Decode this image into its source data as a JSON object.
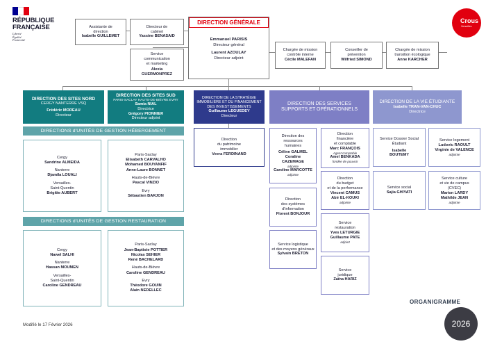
{
  "branding": {
    "rf_line1": "RÉPUBLIQUE",
    "rf_line2": "FRANÇAISE",
    "motto1": "Liberté",
    "motto2": "Égalité",
    "motto3": "Fraternité",
    "crous": "Crous",
    "crous_city": "Versailles"
  },
  "top": {
    "assistante": {
      "role": "Assistante de direction",
      "name": "Isabelle GUILLEMET"
    },
    "cabinet": {
      "role": "Directeur de cabinet",
      "name": "Yassine BENASAID"
    },
    "communication": {
      "role1": "Service",
      "role2": "communication",
      "role3": "et marketing",
      "name1": "Alexia",
      "name2": "GUERMONPREZ"
    },
    "dg": {
      "title": "DIRECTION GÉNÉRALE",
      "name1": "Emmanuel PARISIS",
      "role1": "Directeur général",
      "name2": "Laurent AZOULAY",
      "role2": "Directeur adjoint"
    },
    "controle": {
      "role": "Chargée de mission contrôle interne",
      "name": "Cécile MALEFAN"
    },
    "prevention": {
      "role": "Conseiller de prévention",
      "name": "Wilfried SIMOND"
    },
    "transition": {
      "role": "Chargée de mission transition écologique",
      "name": "Anne KARCHER"
    }
  },
  "directions": {
    "nord": {
      "t": "DIRECTION DES SITES NORD",
      "s": "CERGY NANTERRE VSQ",
      "n": "Frédéric MOREAU",
      "d": "Directeur"
    },
    "sud": {
      "t": "DIRECTION DES SITES SUD",
      "s": "PARIS-SACLAY HAUTS-DE-BIÈVRE EVRY",
      "n1": "Samia NIAL",
      "d1": "Directrice",
      "n2": "Grégory PIONNIER",
      "d2": "Directeur adjoint"
    },
    "strategie": {
      "t": "DIRECTION DE LA STRATÉGIE IMMOBILIÈRE ET DU FINANCEMENT DES INVESTISSEMENTS",
      "n": "Guillaume LEGUEDEY",
      "d": "Directeur"
    },
    "support": {
      "t": "DIRECTION DES SERVICES SUPPORTS ET OPÉRATIONNELS"
    },
    "vie": {
      "t": "DIRECTION DE LA VIE ÉTUDIANTE",
      "n": "Isabelle TRAN-VAN-CHUC",
      "d": "Directrice"
    }
  },
  "bands": {
    "hebergement": "DIRECTIONS d'UNITÉS DE GESTION HÉBERGEMENT",
    "restauration": "DIRECTIONS d'UNITÉS DE GESTION RESTAURATION"
  },
  "heb_nord": {
    "c1": "Cergy",
    "n1": "Sandrine ALMEIDA",
    "c2": "Nanterre",
    "n2": "Djamila LOUALI",
    "c3a": "Versailles-",
    "c3b": "Saint-Quentin",
    "n3": "Brigitte AUBERT"
  },
  "heb_sud": {
    "c1": "Paris-Saclay",
    "n1a": "Elisabeth CARVALHO",
    "n1b": "Mohamed BOUYANFIF",
    "n1c": "Anne-Laure BONNET",
    "c2": "Hauts-de-Bièvre",
    "n2": "Pascal VINZIO",
    "c3": "Evry",
    "n3": "Sébastien BARJON"
  },
  "res_nord": {
    "c1": "Cergy",
    "n1": "Nawel SALHI",
    "c2": "Nanterre",
    "n2": "Hassan MOUMEN",
    "c3a": "Versailles-",
    "c3b": "Saint-Quentin",
    "n3": "Caroline GENDREAU"
  },
  "res_sud": {
    "c1": "Paris-Saclay",
    "n1a": "Jean-Baptiste POTTIER",
    "n1b": "Nicolas SEHIER",
    "n1c": "René BACHELARD",
    "c2": "Hauts-de-Bièvre",
    "n2": "Caroline GENDREAU",
    "c3": "Evry",
    "n3a": "Théodore GOUIN",
    "n3b": "Alain NEDELLEC"
  },
  "patrimoine": {
    "r1": "Direction",
    "r2": "du patrimoine",
    "r3": "immobilier",
    "n": "Veera FERDINAND"
  },
  "support_boxes": {
    "rh": {
      "r1": "Direction des",
      "r2": "ressources",
      "r3": "humaines",
      "n1": "Céline GALMEL",
      "n2a": "Coraline",
      "n2b": "CAZEMAGE",
      "s2": "adjointe",
      "n3": "Caroline MARCOTTE",
      "s3": "adjointe"
    },
    "fin": {
      "r1": "Direction",
      "r2": "financière",
      "r3": "et comptable",
      "n1": "Marc FRANÇOIS",
      "s1": "Agent comptable",
      "n2": "Amel BENKADA",
      "s2": "fondée de pouvoir"
    },
    "budget": {
      "r1": "Direction",
      "r2": "du budget",
      "r3": "et de la performance",
      "n1": "Vincent CAMUS",
      "n2": "Abir EL-KOUKI",
      "s2": "adjointe"
    },
    "si": {
      "r1": "Direction",
      "r2": "des systèmes",
      "r3": "d'information",
      "n": "Florent BONJOUR"
    },
    "resto": {
      "r1": "Service",
      "r2": "restauration",
      "n1": "Yves LETURGIE",
      "n2": "Guillaume PATE",
      "s2": "adjoint"
    },
    "logistique": {
      "r1": "Service logistique",
      "r2": "et des moyens généraux",
      "n": "Sylvain BRETON"
    },
    "juridique": {
      "r1": "Service",
      "r2": "juridique",
      "n": "Zaïna HARIZ"
    }
  },
  "vie_boxes": {
    "dse": {
      "r1": "Service Dossier Social",
      "r2": "Étudiant",
      "n1": "Isabelle",
      "n2": "BOUTEMY"
    },
    "logement": {
      "r": "Service logement",
      "n1": "Ludovic RAOULT",
      "n2": "Virginie de VALENCE",
      "s2": "adjointe"
    },
    "social": {
      "r": "Service social",
      "n": "Sajia GHIYATI"
    },
    "culture": {
      "r1": "Service culture",
      "r2": "et vie de campus",
      "r3": "(CVEC)",
      "n1": "Marion LARDY",
      "n2": "Mathilde JEAN",
      "s2": "adjointe"
    }
  },
  "footer": {
    "modified": "Modifié le 17 Février 2026",
    "organigramme": "ORGANIGRAMME",
    "year": "2026"
  },
  "colors": {
    "teal": "#127c80",
    "navy": "#2e3a8c",
    "purple": "#7e7fc5",
    "light_purple": "#8e97cf",
    "band_teal": "#5fa4a9",
    "dg_red": "#e1000f"
  }
}
